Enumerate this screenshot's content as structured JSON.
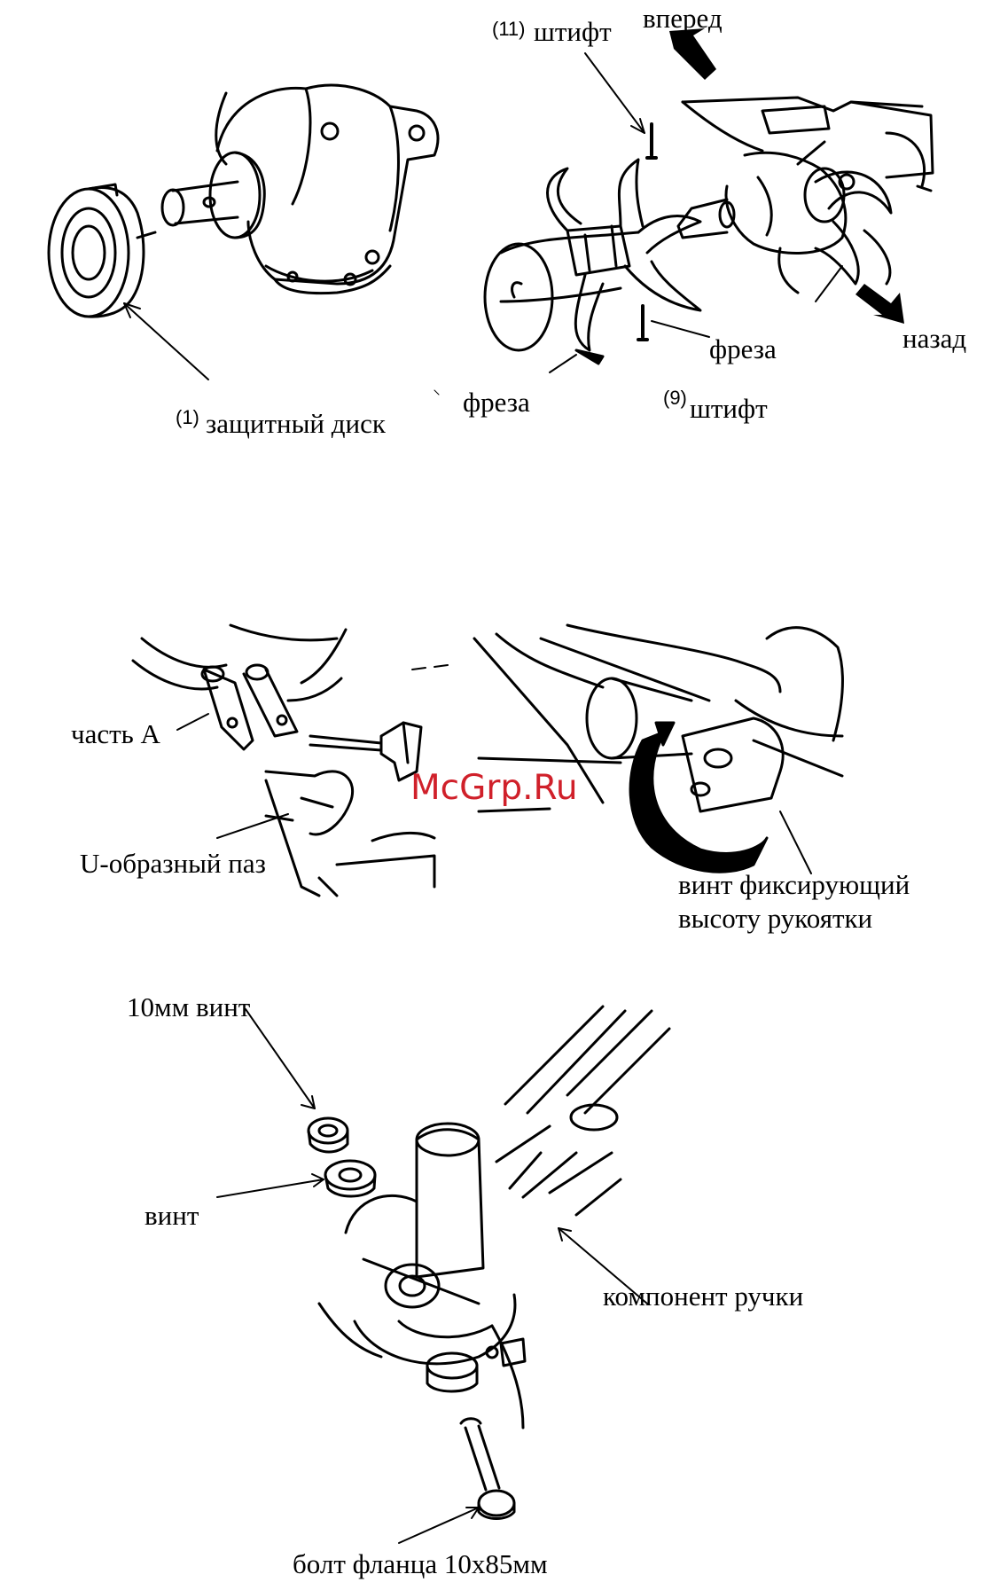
{
  "watermark": "McGrp.Ru",
  "figure1": {
    "disc_label_num": "(1)",
    "disc_label": "защитный диск"
  },
  "figure2": {
    "pin11_num": "(11)",
    "pin11_label": "штифт",
    "forward": "вперед",
    "backward": "назад",
    "tiller_right": "фреза",
    "tiller_left": "фреза",
    "pin9_num": "(9)",
    "pin9_label": "штифт"
  },
  "figure3": {
    "part_a": "часть A",
    "u_slot": "U-образный паз"
  },
  "figure4": {
    "screw_line1": "винт фиксирующий",
    "screw_line2": "высоту рукоятки"
  },
  "figure5": {
    "screw10": "10мм винт",
    "screw": "винт",
    "handle_component": "компонент ручки",
    "flange_bolt": "болт фланца 10x85мм"
  }
}
